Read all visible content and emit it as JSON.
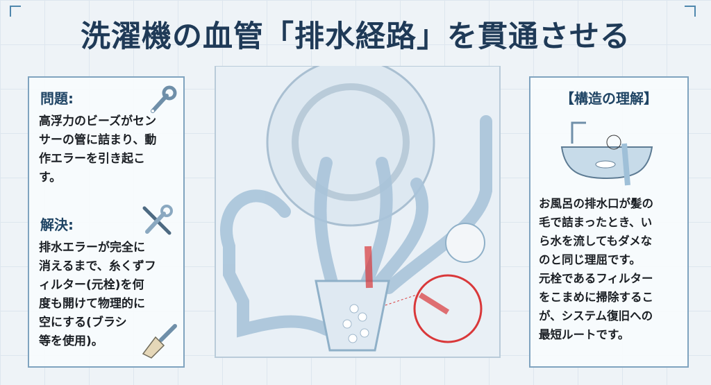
{
  "title": "洗濯機の血管「排水経路」を貫通させる",
  "left_panel": {
    "problem_heading": "問題:",
    "problem_lines": [
      "高浮力のビーズがセン",
      "サーの管に詰まり、動",
      "作エラーを引き起こ",
      "す。"
    ],
    "solution_heading": "解決:",
    "solution_lines": [
      "排水エラーが完全に",
      "消えるまで、糸くずフ",
      "ィルター(元栓)を何",
      "度も開けて物理的に",
      "空にする(ブラシ",
      "等を使用)。"
    ]
  },
  "right_panel": {
    "heading": "【構造の理解】",
    "lines": [
      "お風呂の排水口が髪の",
      "毛で詰まったとき、い",
      "ら水を流してもダメな",
      "のと同じ理屈です。",
      "元栓であるフィルター",
      "をこまめに掃除するこ",
      "が、システム復旧への",
      "最短ルートです。"
    ]
  },
  "colors": {
    "title": "#1f3a57",
    "frame": "#7fa3bf",
    "pipe": "#a9c4da",
    "alert": "#d9383a"
  }
}
